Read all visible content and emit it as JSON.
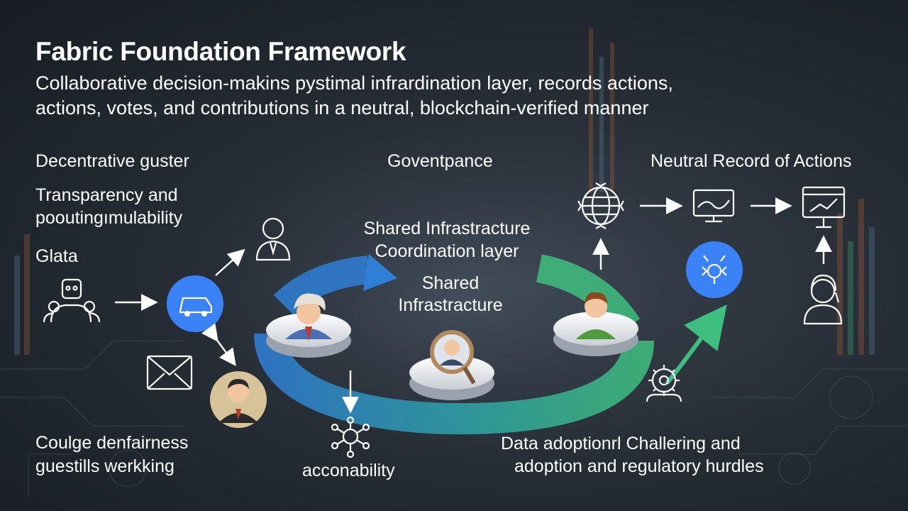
{
  "title": "Fabric Foundation Framework",
  "subtitle_lines": [
    "Collaborative decision-makins pystimal infrardination layer, records actions,",
    "actions, votes, and contributions in a neutral, blockchain-verified manner"
  ],
  "left": {
    "heading": "Decentrative guster",
    "item1_lines": [
      "Transparency and",
      "pooutingımulability"
    ],
    "item2": "Glata"
  },
  "center": {
    "heading": "Goventpance",
    "layer_lines": [
      "Shared Infrastracture",
      "Coordination layer"
    ],
    "inner_lines": [
      "Shared",
      "Infrastracture"
    ]
  },
  "right": {
    "heading": "Neutral Record of Actions"
  },
  "bottom": {
    "left_lines": [
      "Coulge denfairness",
      "guestills werkking"
    ],
    "center": "acconability",
    "right_lines": [
      "Data adoptionrl Challering and",
      "adoption and regulatory hurdles"
    ]
  },
  "colors": {
    "accent_blue": "#3b82f6",
    "accent_green": "#3fbf7f",
    "background": "#262d35"
  },
  "icons": [
    "team-icon",
    "car-icon",
    "businessman-icon",
    "envelope-icon",
    "person-avatar-icon",
    "network-icon",
    "globe-icon",
    "monitor-icon",
    "presentation-icon",
    "robot-icon",
    "support-agent-icon",
    "gear-icon"
  ]
}
